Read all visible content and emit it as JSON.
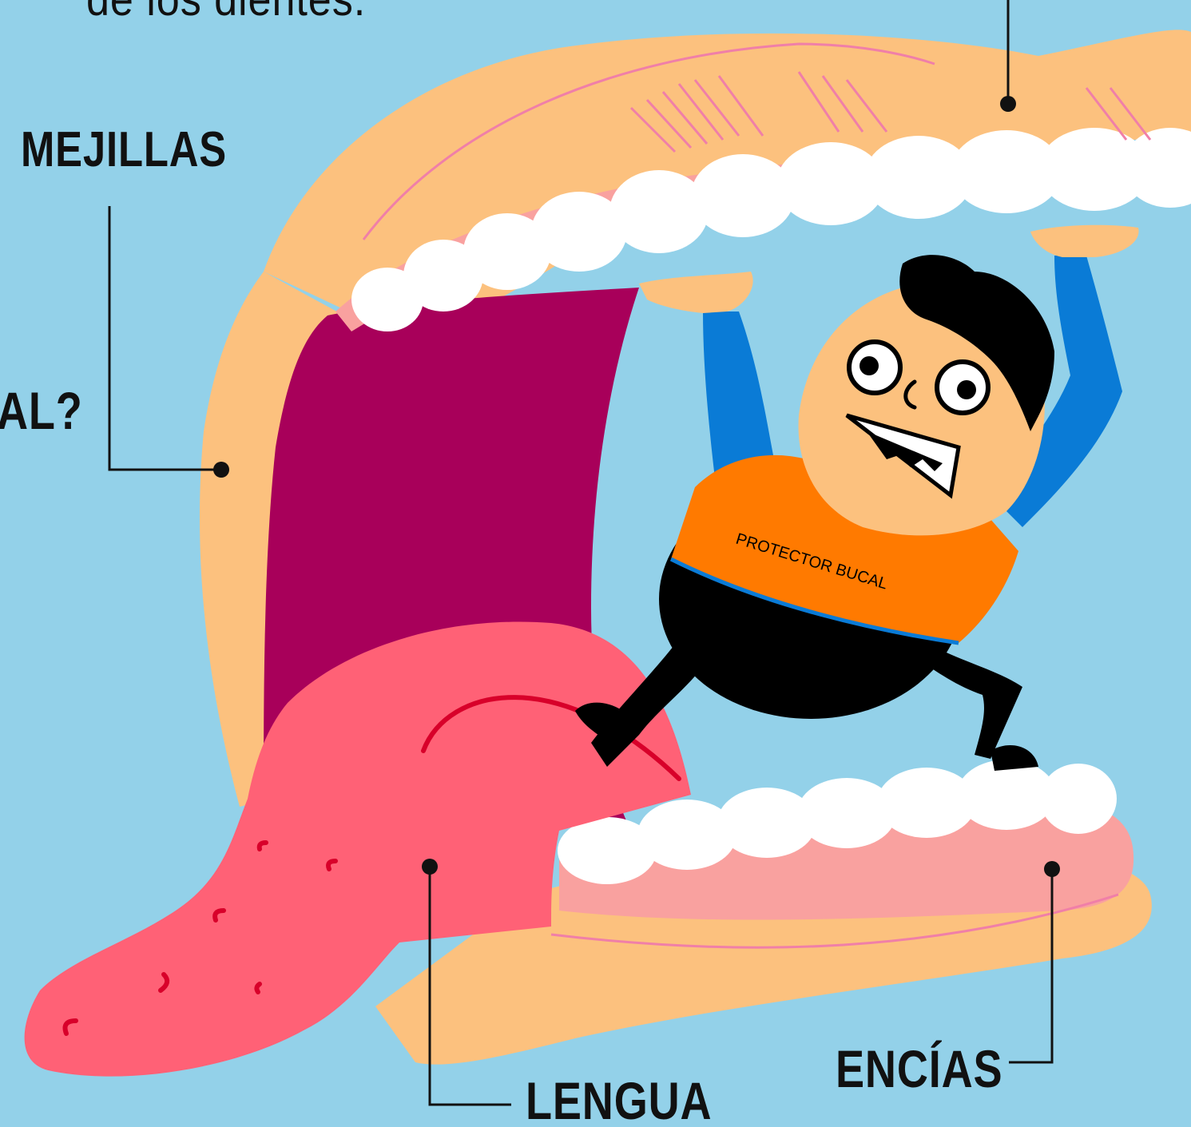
{
  "labels": {
    "top_caption": "de los dientes.",
    "mejillas": "MEJILLAS",
    "partial_question": "AL?",
    "lengua": "LENGUA",
    "encias": "ENCÍAS"
  },
  "character": {
    "shirt_text": "PROTECTOR BUCAL"
  },
  "colors": {
    "background": "#93d1e9",
    "skin": "#fcc17e",
    "gum": "#f9a19f",
    "mouth_interior": "#a8005a",
    "tongue": "#ff6176",
    "tooth": "#ffffff",
    "shirt": "#ff7a00",
    "sleeve": "#0a7bd6",
    "leader_line": "#111111"
  }
}
